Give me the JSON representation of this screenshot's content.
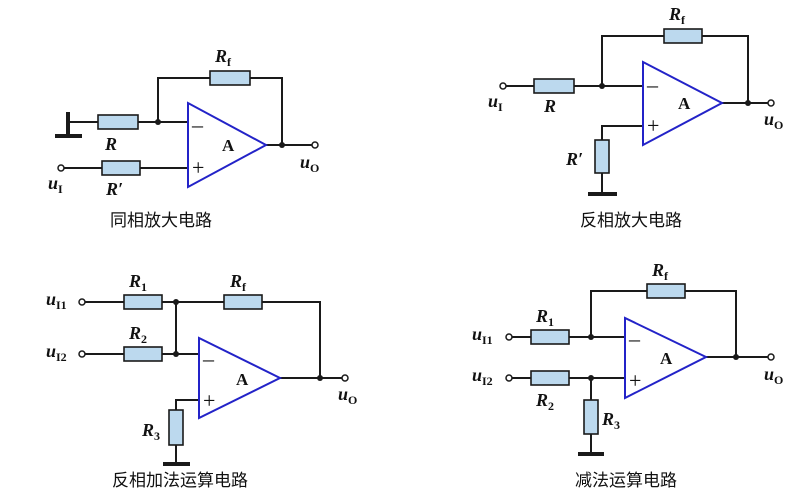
{
  "colors": {
    "opamp_stroke": "#2323c8",
    "resistor_fill": "#bcd9ee",
    "wire": "#1a1a1a"
  },
  "amp_label": "A",
  "plus_sign": "+",
  "minus_sign": "–",
  "circuits": [
    {
      "caption": "同相放大电路",
      "R_f": {
        "base": "R",
        "sub": "f"
      },
      "R": {
        "base": "R"
      },
      "R_prime": {
        "base": "R′"
      },
      "input": {
        "base": "u",
        "sub": "I"
      },
      "output": {
        "base": "u",
        "sub": "O"
      }
    },
    {
      "caption": "反相放大电路",
      "R_f": {
        "base": "R",
        "sub": "f"
      },
      "R": {
        "base": "R"
      },
      "R_prime": {
        "base": "R′"
      },
      "input": {
        "base": "u",
        "sub": "I"
      },
      "output": {
        "base": "u",
        "sub": "O"
      }
    },
    {
      "caption": "反相加法运算电路",
      "R1": {
        "base": "R",
        "sub": "1"
      },
      "R2": {
        "base": "R",
        "sub": "2"
      },
      "R3": {
        "base": "R",
        "sub": "3"
      },
      "R_f": {
        "base": "R",
        "sub": "f"
      },
      "input1": {
        "base": "u",
        "sub": "I1"
      },
      "input2": {
        "base": "u",
        "sub": "I2"
      },
      "output": {
        "base": "u",
        "sub": "O"
      }
    },
    {
      "caption": "减法运算电路",
      "R1": {
        "base": "R",
        "sub": "1"
      },
      "R2": {
        "base": "R",
        "sub": "2"
      },
      "R3": {
        "base": "R",
        "sub": "3"
      },
      "R_f": {
        "base": "R",
        "sub": "f"
      },
      "input1": {
        "base": "u",
        "sub": "I1"
      },
      "input2": {
        "base": "u",
        "sub": "I2"
      },
      "output": {
        "base": "u",
        "sub": "O"
      }
    }
  ]
}
